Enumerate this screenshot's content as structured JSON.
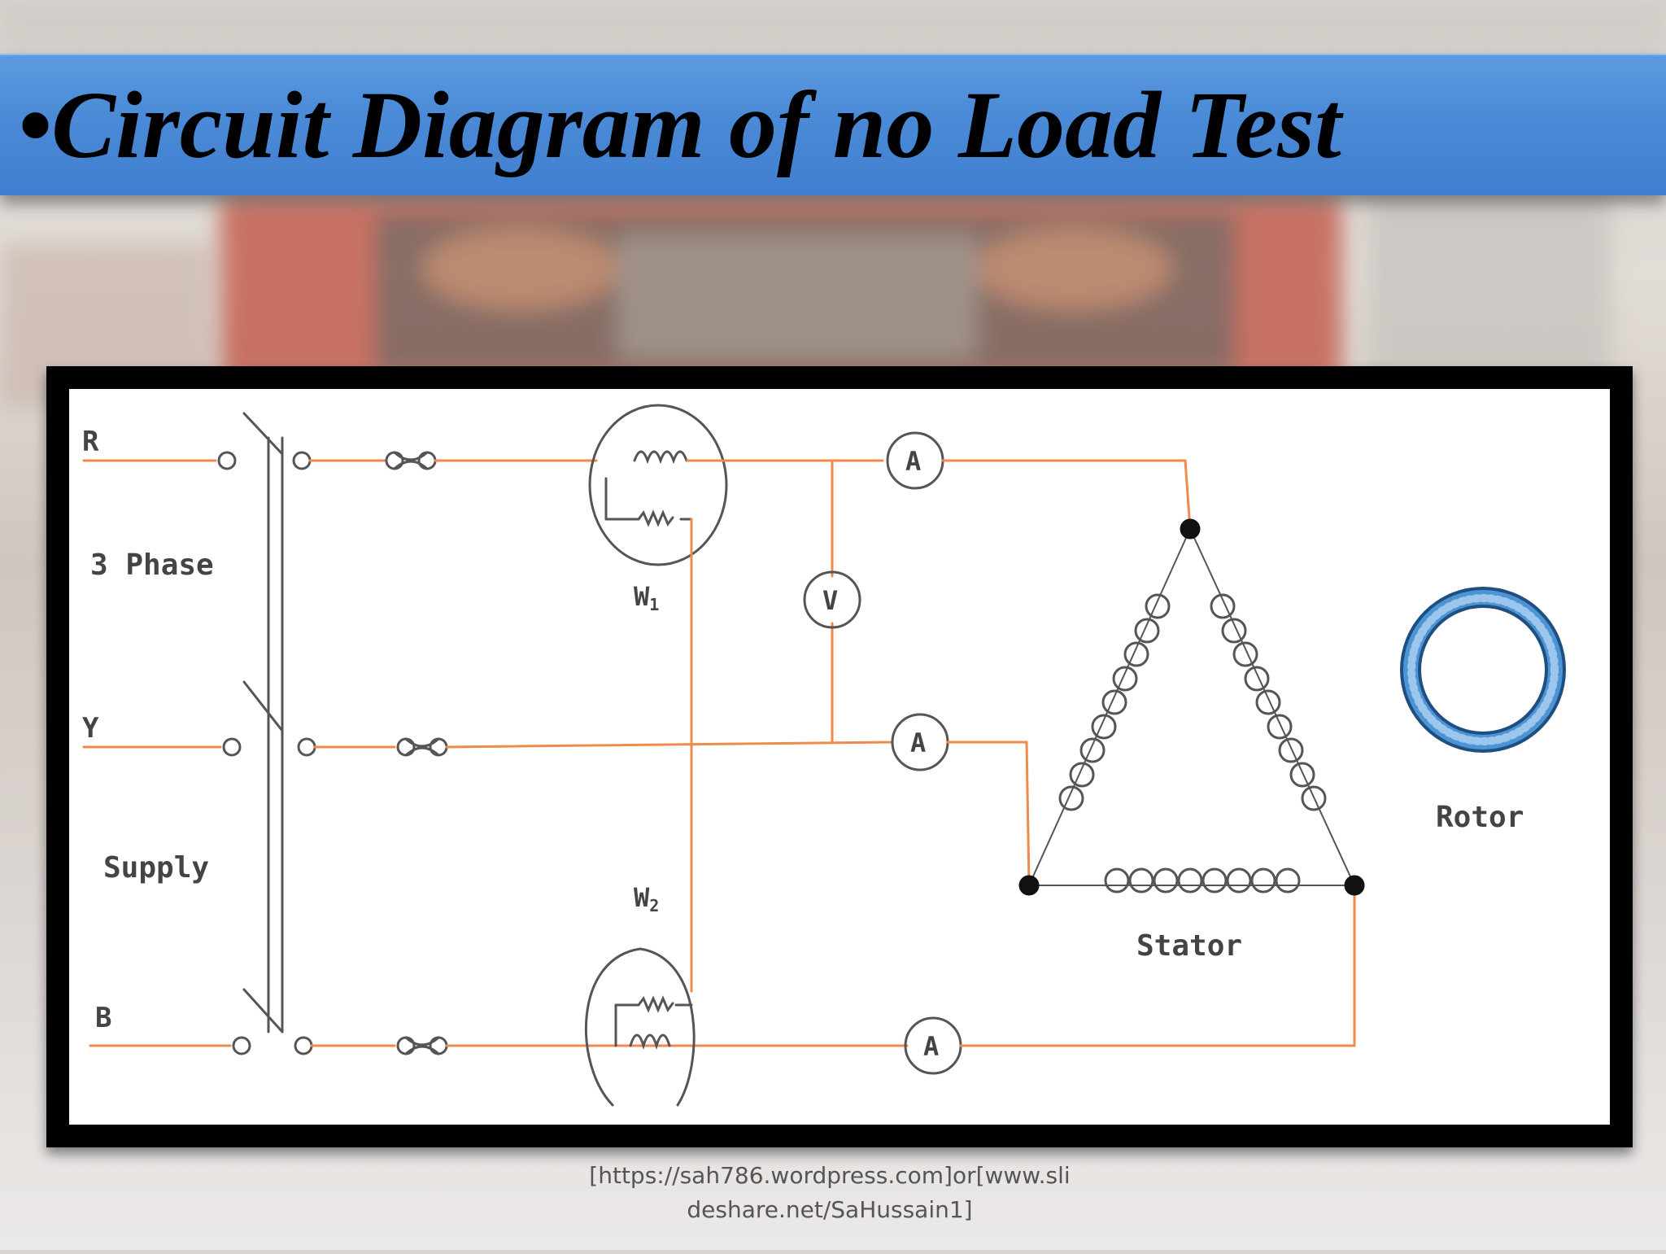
{
  "slide": {
    "title": "•Circuit Diagram of no Load Test",
    "credit_line1": "[https://sah786.wordpress.com]or[www.sli",
    "credit_line2": "deshare.net/SaHussain1]"
  },
  "diagram": {
    "labels": {
      "phase_r": "R",
      "phase_y": "Y",
      "phase_b": "B",
      "supply_top": "3 Phase",
      "supply_bottom": "Supply",
      "wattmeter_1": "W",
      "wattmeter_1_sub": "1",
      "wattmeter_2": "W",
      "wattmeter_2_sub": "2",
      "voltmeter": "V",
      "ammeter": "A",
      "stator": "Stator",
      "rotor": "Rotor"
    },
    "colors": {
      "wire": "#f08a4b",
      "component": "#555555",
      "rotor": "#3f86c8"
    }
  }
}
